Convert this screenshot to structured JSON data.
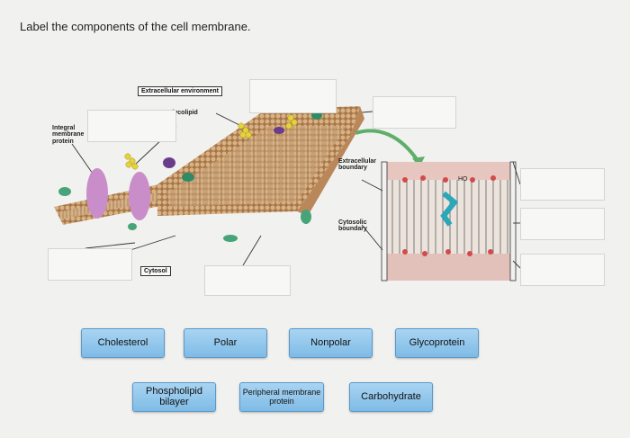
{
  "prompt": "Label the components of the cell membrane.",
  "figure_labels": {
    "extracellular_environment": "Extracellular environment",
    "glycolipid": "Glycolipid",
    "integral_membrane_protein": "Integral membrane protein",
    "cytosol": "Cytosol",
    "extracellular_boundary": "Extracellular boundary",
    "cytosolic_boundary": "Cytosolic boundary",
    "ho": "HO"
  },
  "chips": [
    {
      "label": "Cholesterol"
    },
    {
      "label": "Polar"
    },
    {
      "label": "Nonpolar"
    },
    {
      "label": "Glycoprotein"
    },
    {
      "label": "Phospholipid bilayer"
    },
    {
      "label": "Peripheral membrane protein"
    },
    {
      "label": "Carbohydrate"
    }
  ],
  "colors": {
    "chip_fill": "#8fc6ec",
    "membrane_tan": "#c79a6a",
    "protein_purple": "#c58bc5",
    "inset_pink": "#e8c6c0"
  }
}
